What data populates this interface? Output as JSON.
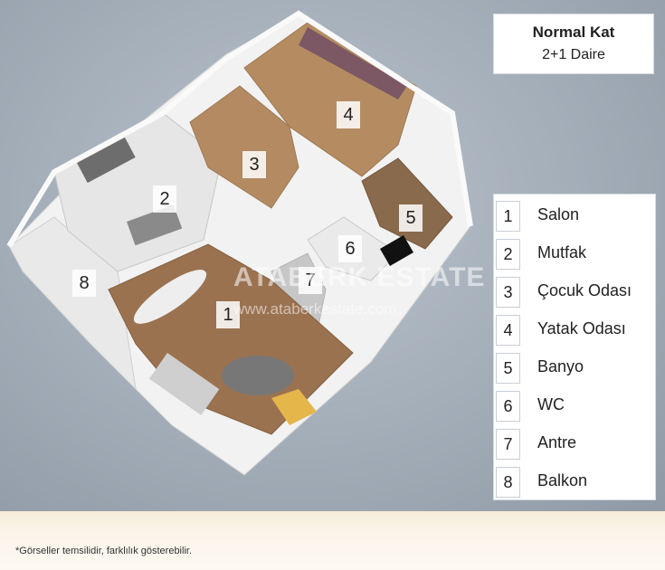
{
  "header": {
    "title": "Normal Kat",
    "subtitle": "2+1 Daire"
  },
  "legend": [
    {
      "num": "1",
      "label": "Salon"
    },
    {
      "num": "2",
      "label": "Mutfak"
    },
    {
      "num": "3",
      "label": "Çocuk Odası"
    },
    {
      "num": "4",
      "label": "Yatak Odası"
    },
    {
      "num": "5",
      "label": "Banyo"
    },
    {
      "num": "6",
      "label": "WC"
    },
    {
      "num": "7",
      "label": "Antre"
    },
    {
      "num": "8",
      "label": "Balkon"
    }
  ],
  "plan_labels": [
    "1",
    "2",
    "3",
    "4",
    "5",
    "6",
    "7",
    "8"
  ],
  "watermark": {
    "brand": "ATABERK ESTATE",
    "url": "www.ataberkestate.com"
  },
  "footer": {
    "disclaimer": "*Görseller temsilidir, farklılık gösterebilir."
  }
}
